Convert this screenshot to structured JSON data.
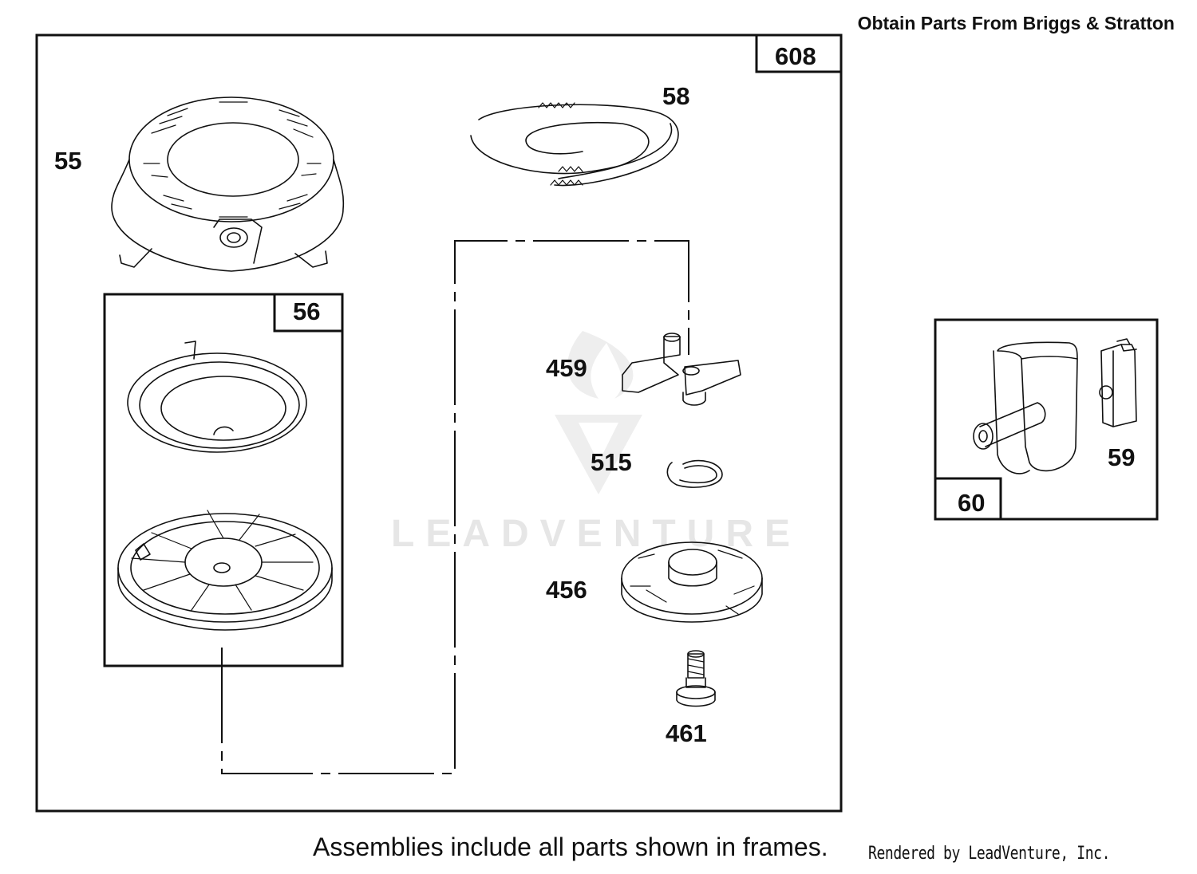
{
  "header": {
    "text": "Obtain Parts From Briggs & Stratton"
  },
  "frames": {
    "main_assembly": {
      "label": "608"
    },
    "rewind_spring_assembly": {
      "label": "56"
    },
    "handle_assembly": {
      "label": "60"
    }
  },
  "parts": [
    {
      "id": "housing",
      "label": "55"
    },
    {
      "id": "starter-rope",
      "label": "58"
    },
    {
      "id": "pawl",
      "label": "459"
    },
    {
      "id": "retainer-ring",
      "label": "515"
    },
    {
      "id": "pawl-retainer",
      "label": "456"
    },
    {
      "id": "screw",
      "label": "461"
    },
    {
      "id": "rope-insert",
      "label": "59"
    }
  ],
  "watermark": {
    "text": "LEADVENTURE"
  },
  "footer": {
    "note": "Assemblies include all parts shown in frames.",
    "rendered_by": "Rendered by LeadVenture, Inc."
  },
  "colors": {
    "ink": "#111111",
    "background": "#ffffff",
    "watermark": "#e6e6e6"
  }
}
